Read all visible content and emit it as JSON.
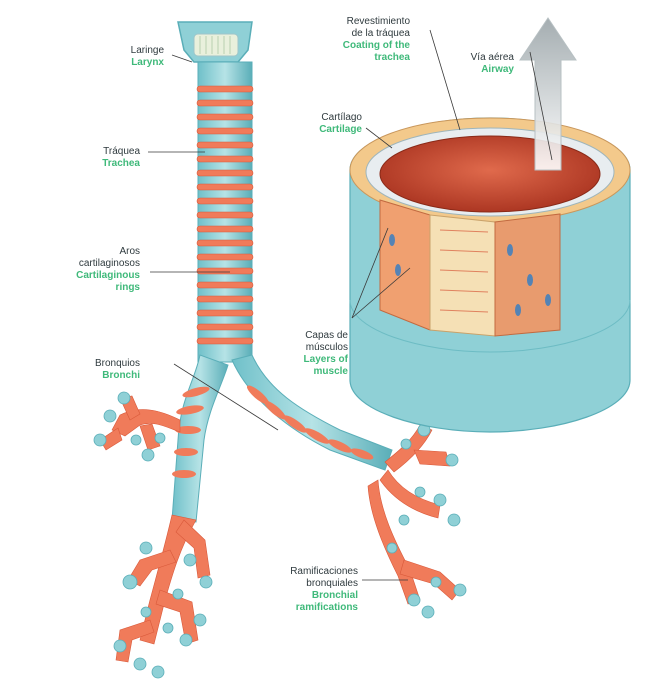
{
  "labels": {
    "larynx": {
      "es": "Laringe",
      "en": "Larynx"
    },
    "trachea": {
      "es": "Tráquea",
      "en": "Trachea"
    },
    "rings": {
      "es1": "Aros",
      "es2": "cartilaginosos",
      "en1": "Cartilaginous",
      "en2": "rings"
    },
    "bronchi": {
      "es": "Bronquios",
      "en": "Bronchi"
    },
    "coating": {
      "es1": "Revestimiento",
      "es2": "de la tráquea",
      "en1": "Coating of the",
      "en2": "trachea"
    },
    "airway": {
      "es": "Vía aérea",
      "en": "Airway"
    },
    "cartilage": {
      "es": "Cartílago",
      "en": "Cartilage"
    },
    "muscle": {
      "es1": "Capas de",
      "es2": "músculos",
      "en1": "Layers of",
      "en2": "muscle"
    },
    "ramifications": {
      "es1": "Ramificaciones",
      "es2": "bronquiales",
      "en1": "Bronchial",
      "en2": "ramifications"
    }
  },
  "colors": {
    "tube": "#8fd0d6",
    "tube_dark": "#5aaeb8",
    "ring": "#f07b5a",
    "lumen": "#c7402a",
    "cartilage_cut": "#f3c98b",
    "label_en": "#3fb97a",
    "label_es": "#2f3a3e"
  }
}
